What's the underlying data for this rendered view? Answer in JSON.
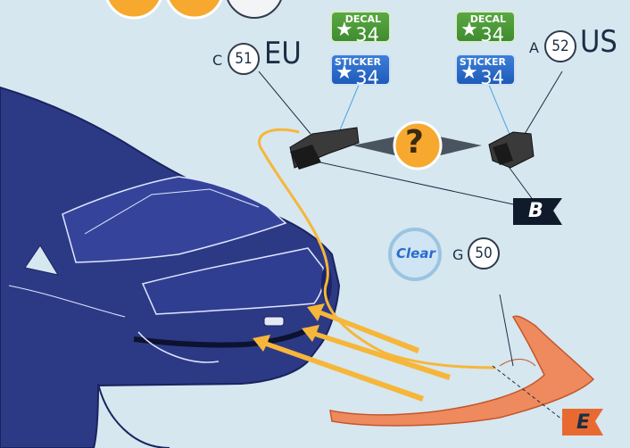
{
  "badges": {
    "decal_label": "DECAL",
    "decal_number": "34",
    "sticker_label": "STICKER",
    "sticker_number": "34"
  },
  "parts": {
    "c_letter": "C",
    "c_number": "51",
    "eu_label": "EU",
    "a_letter": "A",
    "a_number": "52",
    "us_label": "US",
    "g_letter": "G",
    "g_number": "50"
  },
  "tags": {
    "clear": "Clear",
    "question": "?",
    "flag_b": "B",
    "flag_e": "E"
  },
  "colors": {
    "background": "#d6e7ef",
    "car_body": "#2c3a86",
    "spoiler": "#ef8a5e",
    "arrow": "#f6b63a",
    "decal_green": "#4a9b39",
    "sticker_blue": "#2a6ccb"
  },
  "icons": [
    "star-icon",
    "question-icon",
    "flag-icon",
    "arrow-icon"
  ]
}
